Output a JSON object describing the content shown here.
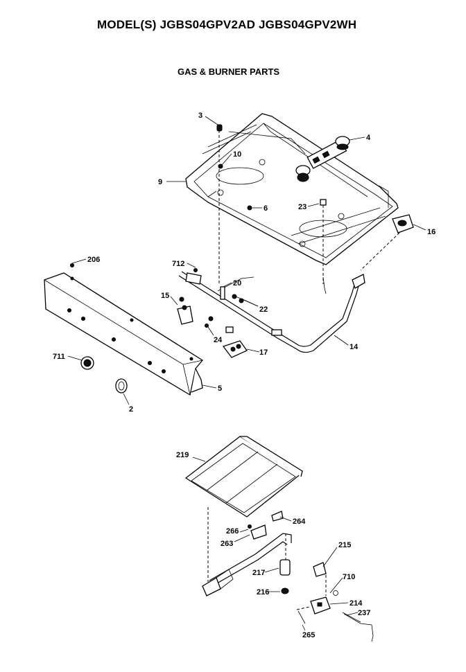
{
  "header": {
    "title": "MODEL(S) JGBS04GPV2AD  JGBS04GPV2WH",
    "subtitle": "GAS & BURNER PARTS"
  },
  "callouts": {
    "p3": "3",
    "p4": "4",
    "p10": "10",
    "p9": "9",
    "p6": "6",
    "p23": "23",
    "p16": "16",
    "p206": "206",
    "p712": "712",
    "p20": "20",
    "p15": "15",
    "p22": "22",
    "p24": "24",
    "p17": "17",
    "p14": "14",
    "p711": "711",
    "p5": "5",
    "p2": "2",
    "p219": "219",
    "p264": "264",
    "p266": "266",
    "p263": "263",
    "p215": "215",
    "p217": "217",
    "p710": "710",
    "p216": "216",
    "p214": "214",
    "p237": "237",
    "p265": "265"
  }
}
